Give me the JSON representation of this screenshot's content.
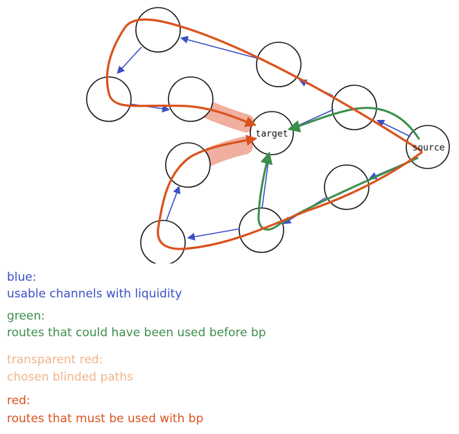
{
  "colors": {
    "blue": "#3b4fc4",
    "green": "#3c8f4c",
    "transparent_red": "#f0b48c",
    "red": "#d9531e"
  },
  "nodes": {
    "target_label": "target",
    "source_label": "source"
  },
  "legend": [
    {
      "title": "blue:",
      "description": "usable channels with liquidity"
    },
    {
      "title": "green:",
      "description": "routes that could have been used before bp"
    },
    {
      "title": "transparent red:",
      "description": "chosen blinded paths"
    },
    {
      "title": "red:",
      "description": "routes that must be used with bp"
    }
  ]
}
